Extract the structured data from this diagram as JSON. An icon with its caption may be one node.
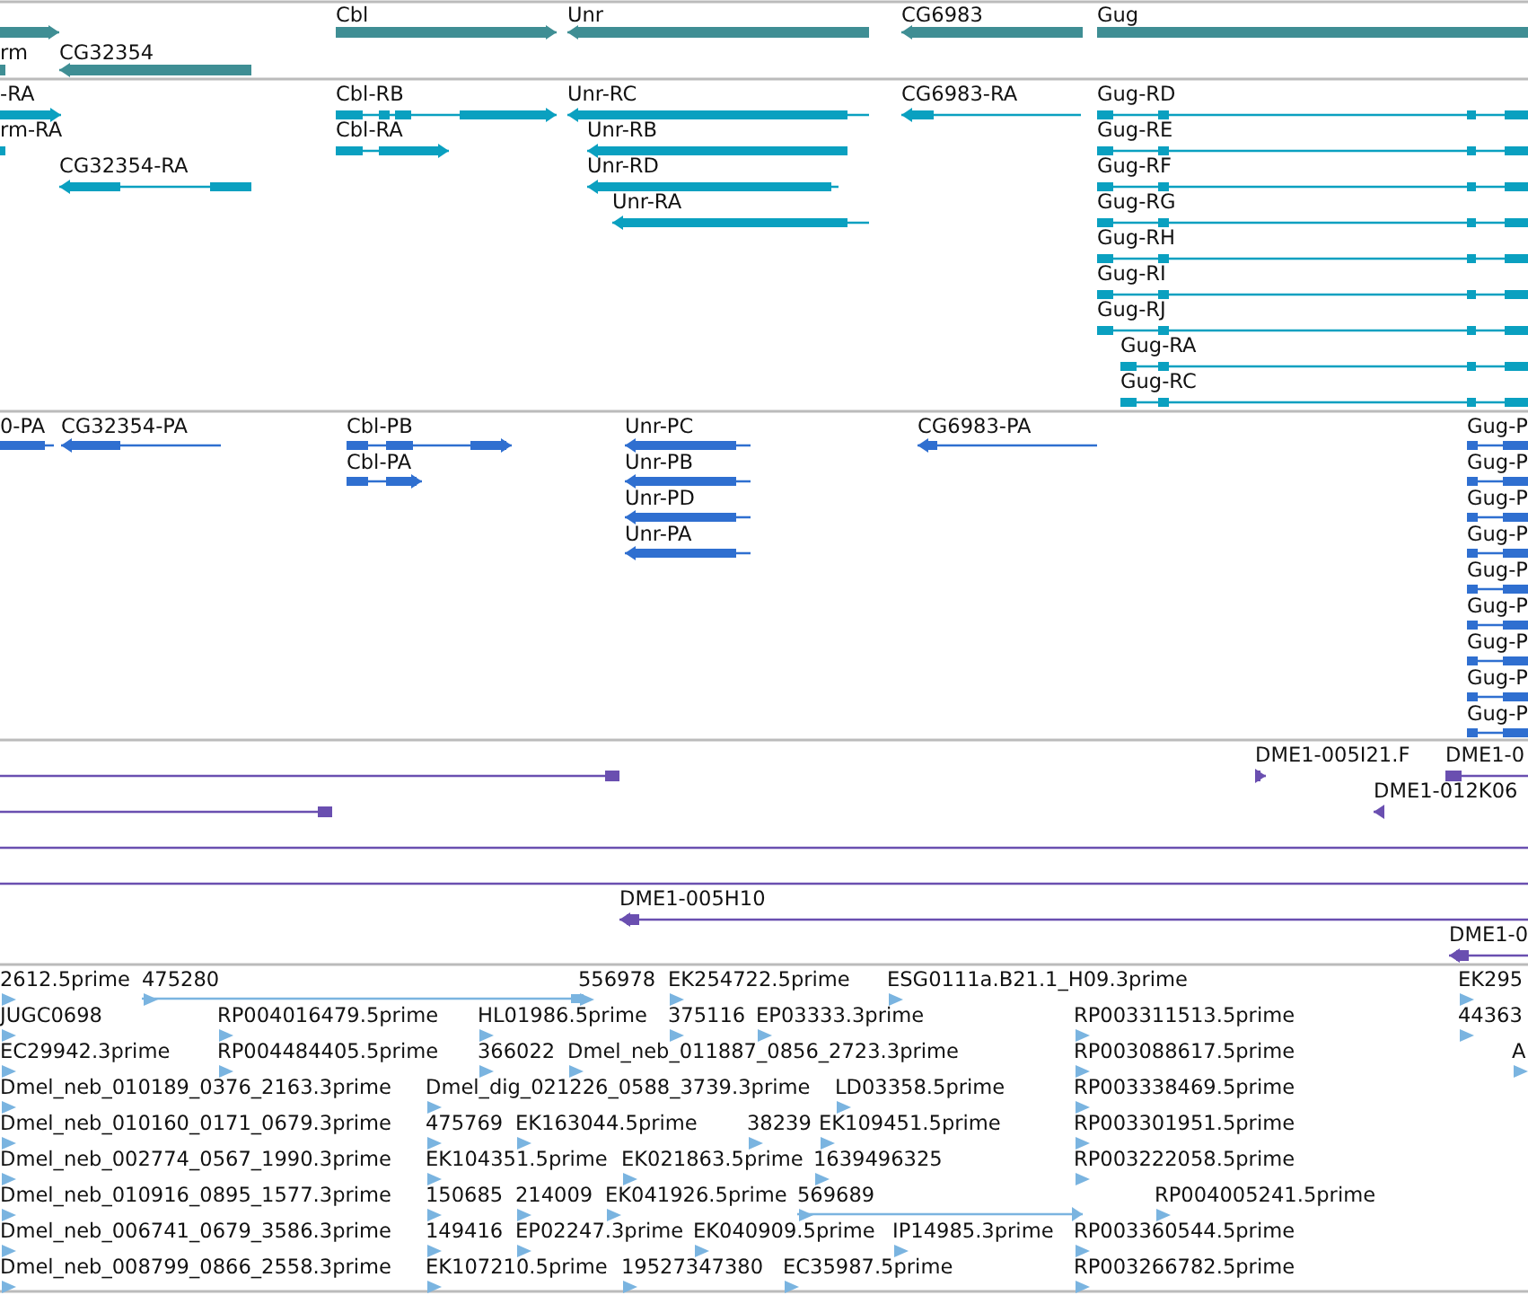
{
  "diagram": {
    "labels": [
      "Cbl",
      "Unr",
      "CG6983",
      "Gug",
      "rm",
      "CG32354",
      "-RA",
      "Cbl-RB",
      "Unr-RC",
      "CG6983-RA",
      "Gug-RD",
      "rm-RA",
      "Cbl-RA",
      "Unr-RB",
      "Gug-RE",
      "CG32354-RA",
      "Unr-RD",
      "Gug-RF",
      "Unr-RA",
      "Gug-RG",
      "Gug-RH",
      "Gug-RI",
      "Gug-RJ",
      "Gug-RA",
      "Gug-RC",
      "0-PA",
      "CG32354-PA",
      "Cbl-PB",
      "Unr-PC",
      "CG6983-PA",
      "Gug-P",
      "Cbl-PA",
      "Unr-PB",
      "Gug-P",
      "Unr-PD",
      "Gug-P",
      "Unr-PA",
      "Gug-P",
      "Gug-P",
      "Gug-P",
      "Gug-P",
      "Gug-P",
      "Gug-P",
      "DME1-005I21.F",
      "DME1-0",
      "DME1-012K06",
      "DME1-005H10",
      "DME1-0",
      "2612.5prime",
      "475280",
      "556978",
      "EK254722.5prime",
      "ESG0111a.B21.1_H09.3prime",
      "EK295",
      "JUGC0698",
      "RP004016479.5prime",
      "HL01986.5prime",
      "375116",
      "EP03333.3prime",
      "RP003311513.5prime",
      "44363",
      "EC29942.3prime",
      "RP004484405.5prime",
      "366022",
      "Dmel_neb_011887_0856_2723.3prime",
      "RP003088617.5prime",
      "A",
      "Dmel_neb_010189_0376_2163.3prime",
      "Dmel_dig_021226_0588_3739.3prime",
      "LD03358.5prime",
      "RP003338469.5prime",
      "Dmel_neb_010160_0171_0679.3prime",
      "475769",
      "EK163044.5prime",
      "38239",
      "EK109451.5prime",
      "RP003301951.5prime",
      "Dmel_neb_002774_0567_1990.3prime",
      "EK104351.5prime",
      "EK021863.5prime",
      "1639496325",
      "RP003222058.5prime",
      "Dmel_neb_010916_0895_1577.3prime",
      "150685",
      "214009",
      "EK041926.5prime",
      "569689",
      "RP004005241.5prime",
      "Dmel_neb_006741_0679_3586.3prime",
      "149416",
      "EP02247.3prime",
      "EK040909.5prime",
      "IP14985.3prime",
      "RP003360544.5prime",
      "Dmel_neb_008799_0866_2558.3prime",
      "EK107210.5prime",
      "19527347380",
      "EC35987.5prime",
      "RP003266782.5prime"
    ]
  }
}
